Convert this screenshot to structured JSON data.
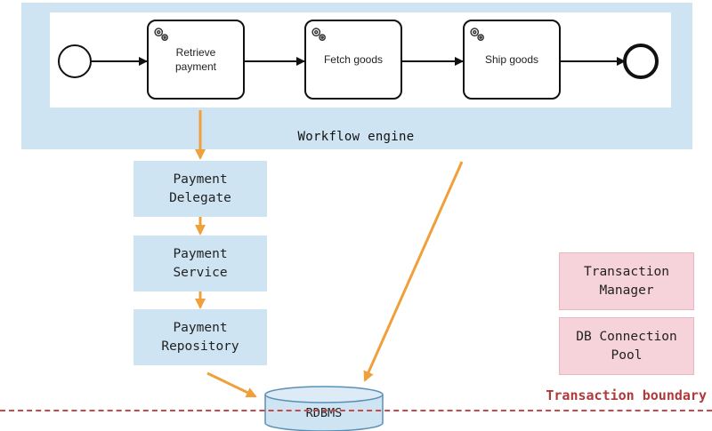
{
  "process": {
    "tasks": [
      {
        "label": "Retrieve\npayment"
      },
      {
        "label": "Fetch goods"
      },
      {
        "label": "Ship goods"
      }
    ]
  },
  "workflow_engine_label": "Workflow engine",
  "layers": {
    "delegate": "Payment\nDelegate",
    "service": "Payment\nService",
    "repository": "Payment\nRepository"
  },
  "database_label": "RDBMS",
  "infrastructure": {
    "transaction_manager": "Transaction\nManager",
    "connection_pool": "DB Connection\nPool"
  },
  "transaction_boundary_label": "Transaction boundary",
  "colors": {
    "engine_bg": "#cfe4f2",
    "layer_bg": "#cfe4f2",
    "pink_bg": "#f6d3da",
    "arrow_orange": "#f0a03a",
    "boundary_red": "#c74a4a"
  },
  "icons": [
    "gear-icon",
    "start-event-icon",
    "end-event-icon",
    "database-icon"
  ]
}
